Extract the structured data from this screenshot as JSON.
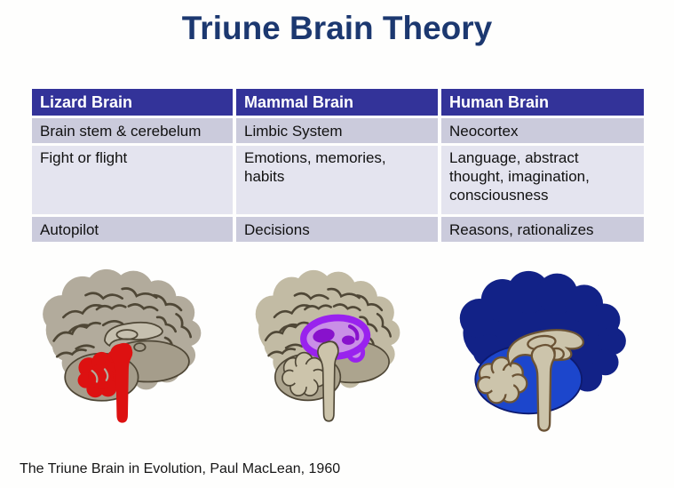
{
  "title": "Triune Brain Theory",
  "table": {
    "headers": [
      "Lizard Brain",
      "Mammal Brain",
      "Human Brain"
    ],
    "rows": [
      [
        "Brain stem & cerebelum",
        "Limbic System",
        "Neocortex"
      ],
      [
        "Fight or flight",
        "Emotions, memories, habits",
        "Language, abstract thought, imagination, consciousness"
      ],
      [
        "Autopilot",
        "Decisions",
        "Reasons, rationalizes"
      ]
    ]
  },
  "figures": [
    {
      "name": "lizard-brain",
      "highlight": "brain stem & cerebellum",
      "highlight_color": "#DD1111"
    },
    {
      "name": "mammal-brain",
      "highlight": "limbic system",
      "highlight_color": "#9922EE"
    },
    {
      "name": "human-brain",
      "highlight": "neocortex",
      "highlight_color": "#122287"
    }
  ],
  "footer": {
    "text": "The Triune Brain in Evolution, Paul MacLean, 1960"
  },
  "colors": {
    "page_bg": "#FEFEFD",
    "title_color": "#1C3870",
    "header_bg": "#333399",
    "header_text": "#FFFFFF",
    "row_dark": "#CBCBDC",
    "row_light": "#E4E4EF",
    "body_text": "#111111",
    "highlight_red": "#DD1111",
    "highlight_purple": "#9922EE",
    "purple_light": "#C98FE6",
    "purple_dark": "#8812CC",
    "highlight_navy": "#122287",
    "highlight_blue": "#1C46CC",
    "cortex_gray": "#B2AB9C",
    "cortex_tan": "#C2BBA4",
    "lower_gray": "#A59D8B",
    "lower_tan": "#ACA48E",
    "structure_tan": "#CCC4AB",
    "callosum_tan": "#C6C0AF",
    "outline_brown": "#4F4736",
    "outline_brown2": "#6B5335"
  }
}
